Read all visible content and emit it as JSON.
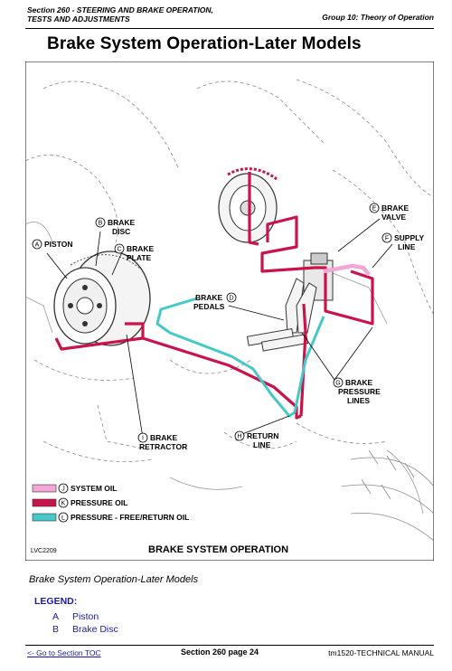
{
  "header": {
    "section": "Section 260 - STEERING AND BRAKE OPERATION, TESTS AND ADJUSTMENTS",
    "group": "Group 10: Theory of Operation"
  },
  "page_title": "Brake System Operation-Later Models",
  "diagram": {
    "labels": {
      "a": {
        "letter": "A",
        "text": "PISTON"
      },
      "b": {
        "letter": "B",
        "line1": "BRAKE",
        "line2": "DISC"
      },
      "c": {
        "letter": "C",
        "line1": "BRAKE",
        "line2": "PLATE"
      },
      "d": {
        "letter": "D",
        "line1": "BRAKE",
        "line2": "PEDALS"
      },
      "e": {
        "letter": "E",
        "line1": "BRAKE",
        "line2": "VALVE"
      },
      "f": {
        "letter": "F",
        "line1": "SUPPLY",
        "line2": "LINE"
      },
      "g": {
        "letter": "G",
        "line1": "BRAKE",
        "line2": "PRESSURE",
        "line3": "LINES"
      },
      "h": {
        "letter": "H",
        "line1": "RETURN",
        "line2": "LINE"
      },
      "i": {
        "letter": "I",
        "line1": "BRAKE",
        "line2": "RETRACTOR"
      }
    },
    "key": [
      {
        "letter": "J",
        "text": "SYSTEM OIL"
      },
      {
        "letter": "K",
        "text": "PRESSURE OIL"
      },
      {
        "letter": "L",
        "text": "PRESSURE - FREE/RETURN OIL"
      }
    ],
    "figure_id": "LVC2209",
    "figure_title": "BRAKE SYSTEM OPERATION",
    "colors": {
      "system_oil": "#f2a7d6",
      "pressure_oil": "#c8144a",
      "return_oil": "#46c8c8"
    }
  },
  "caption": "Brake System Operation-Later Models",
  "legend": {
    "title": "LEGEND:",
    "items": [
      {
        "key": "A",
        "text": "Piston"
      },
      {
        "key": "B",
        "text": "Brake Disc"
      }
    ]
  },
  "footer": {
    "toc_link": "<- Go to Section TOC",
    "page": "Section 260 page 24",
    "manual": "tm1520-TECHNICAL MANUAL"
  }
}
